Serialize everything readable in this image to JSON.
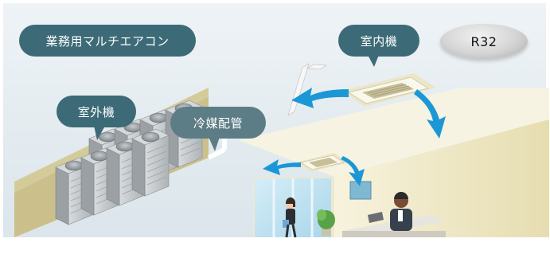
{
  "labels": {
    "system": "業務用マルチエアコン",
    "indoor_unit": "室内機",
    "outdoor_unit": "室外機",
    "piping": "冷媒配管",
    "refrigerant": "R32"
  },
  "colors": {
    "background": "#e4ecf1",
    "label_bubble": "#3d6a77",
    "airflow_arrow": "#1c97d6",
    "wall": "#d6cfa4",
    "room_wall": "#f2eed6"
  },
  "scene_parts": {
    "outdoor_unit_count": 8,
    "ceiling_cassettes": 2,
    "airflow_arrows": 4
  }
}
